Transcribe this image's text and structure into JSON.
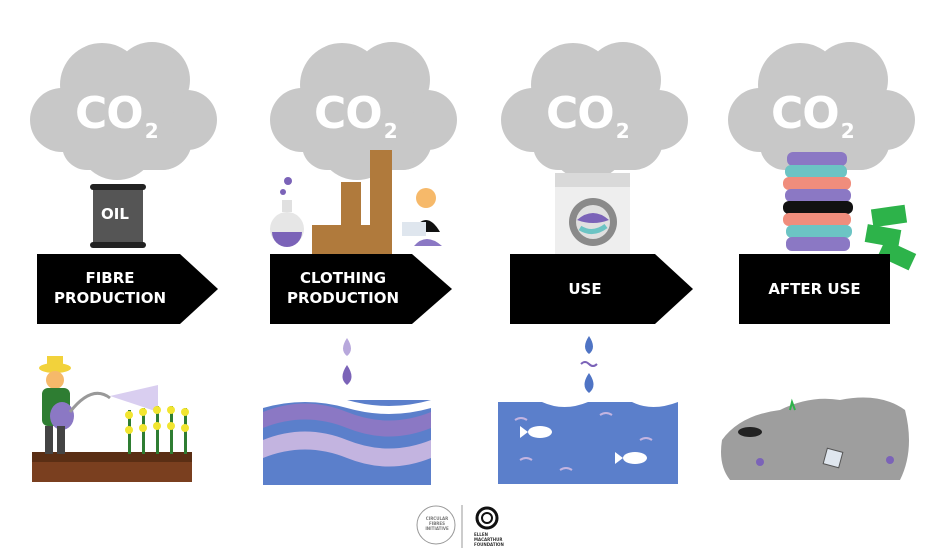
{
  "stages": [
    {
      "co2_main": "CO",
      "co2_sub": "2",
      "label": "FIBRE\nPRODUCTION",
      "item_label": "OIL"
    },
    {
      "co2_main": "CO",
      "co2_sub": "2",
      "label": "CLOTHING\nPRODUCTION"
    },
    {
      "co2_main": "CO",
      "co2_sub": "2",
      "label": "USE"
    },
    {
      "co2_main": "CO",
      "co2_sub": "2",
      "label": "AFTER USE"
    }
  ],
  "colors": {
    "cloud": "#c8c8c8",
    "arrow": "#000000",
    "water_blue": "#5b7fcb",
    "water_purple": "#8b78c4",
    "water_lilac": "#c3b4e0",
    "drop_purple": "#7b63b8",
    "drop_lilac": "#b8a8dc",
    "drop_blue": "#4f74c4",
    "factory": "#b07a3c",
    "money": "#2db34a",
    "soil": "#7a3f1f"
  },
  "icons": [
    "cloud-icon",
    "oil-barrel-icon",
    "flask-icon",
    "factory-icon",
    "sewing-worker-icon",
    "washing-machine-icon",
    "clothes-pile-icon",
    "money-icon",
    "farmer-icon",
    "crop-icon",
    "water-drop-icon",
    "wave-icon",
    "fish-icon",
    "landfill-icon"
  ],
  "footer": {
    "logo1_text": "CIRCULAR\nFIBRES\nINITIATIVE",
    "logo2_text": "ELLEN\nMACARTHUR\nFOUNDATION"
  }
}
